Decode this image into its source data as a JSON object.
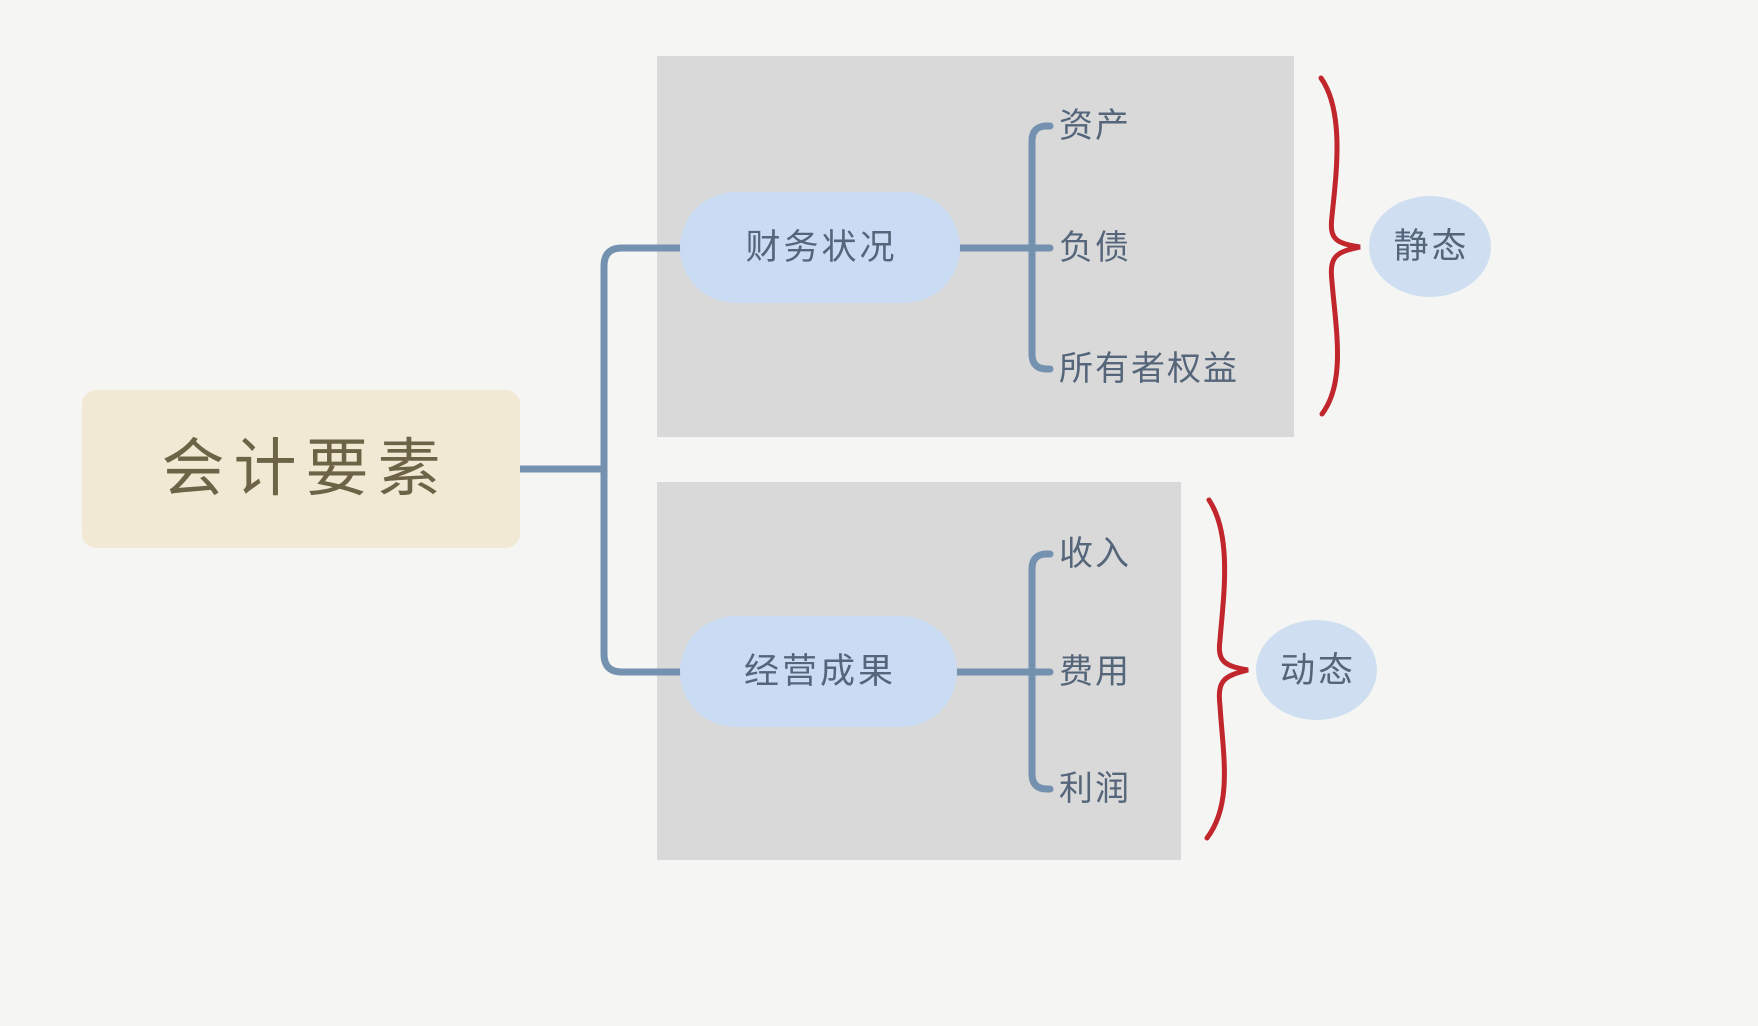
{
  "diagram": {
    "title": "会计要素",
    "type": "mind-map",
    "colors": {
      "background": "#f5f5f3",
      "root_fill": "#f2e9d5",
      "root_text": "#6d6447",
      "group_panel": "#d9d9d9",
      "branch_fill": "#c9dcf3",
      "tag_fill": "#cfdff1",
      "node_text": "#55657a",
      "connector": "#7591b0",
      "brace": "#c0262b"
    }
  },
  "root": {
    "label": "会计要素"
  },
  "branches": [
    {
      "label": "财务状况",
      "tag": "静态",
      "leaves": [
        {
          "label": "资产"
        },
        {
          "label": "负债"
        },
        {
          "label": "所有者权益"
        }
      ]
    },
    {
      "label": "经营成果",
      "tag": "动态",
      "leaves": [
        {
          "label": "收入"
        },
        {
          "label": "费用"
        },
        {
          "label": "利润"
        }
      ]
    }
  ],
  "tags": [
    {
      "label": "静态"
    },
    {
      "label": "动态"
    }
  ]
}
